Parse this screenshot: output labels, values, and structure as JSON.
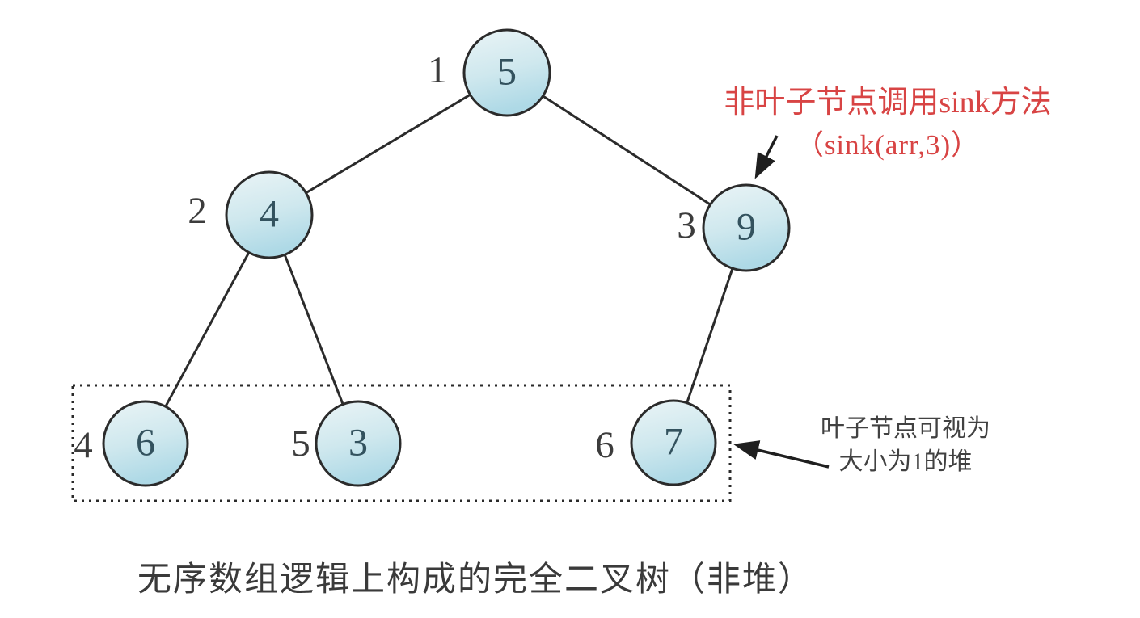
{
  "caption": "无序数组逻辑上构成的完全二叉树（非堆）",
  "annotations": {
    "sink_method": {
      "line1": "非叶子节点调用sink方法",
      "line2": "（sink(arr,3)）"
    },
    "leaf_heap": {
      "line1": "叶子节点可视为",
      "line2": "大小为1的堆"
    }
  },
  "tree": {
    "nodes": [
      {
        "index": "1",
        "value": "5"
      },
      {
        "index": "2",
        "value": "4"
      },
      {
        "index": "3",
        "value": "9"
      },
      {
        "index": "4",
        "value": "6"
      },
      {
        "index": "5",
        "value": "3"
      },
      {
        "index": "6",
        "value": "7"
      }
    ],
    "edges": [
      {
        "from": "1",
        "to": "2"
      },
      {
        "from": "1",
        "to": "3"
      },
      {
        "from": "2",
        "to": "4"
      },
      {
        "from": "2",
        "to": "5"
      },
      {
        "from": "3",
        "to": "6"
      }
    ],
    "leaf_group": [
      "4",
      "5",
      "6"
    ]
  },
  "colors": {
    "node_fill_top": "#eaf4f6",
    "node_fill_bottom": "#aed9e6",
    "outline": "#2b2b2b",
    "annotation_red": "#d84444",
    "text": "#3a3a3a"
  }
}
